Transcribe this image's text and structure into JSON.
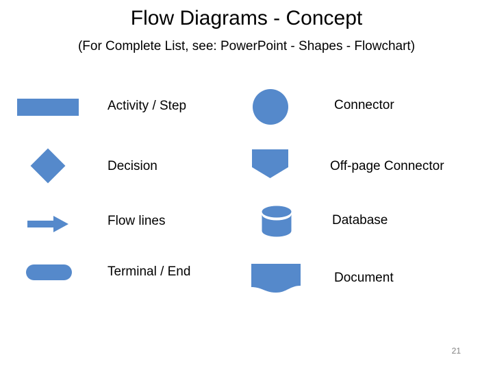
{
  "slide": {
    "title": "Flow Diagrams - Concept",
    "subtitle": "(For Complete List, see: PowerPoint - Shapes - Flowchart)",
    "page_number": "21",
    "shape_color": "#5589cb",
    "text_color": "#000000",
    "page_number_color": "#808080",
    "background_color": "#ffffff"
  },
  "legend": {
    "left_column": [
      {
        "shape": "rectangle-shape",
        "label": "Activity / Step"
      },
      {
        "shape": "diamond-shape",
        "label": "Decision"
      },
      {
        "shape": "arrow-shape",
        "label": "Flow lines"
      },
      {
        "shape": "rounded-rectangle-shape",
        "label": "Terminal / End"
      }
    ],
    "right_column": [
      {
        "shape": "circle-shape",
        "label": "Connector"
      },
      {
        "shape": "pentagon-shape",
        "label": "Off-page Connector"
      },
      {
        "shape": "cylinder-shape",
        "label": "Database"
      },
      {
        "shape": "document-shape",
        "label": "Document"
      }
    ]
  }
}
